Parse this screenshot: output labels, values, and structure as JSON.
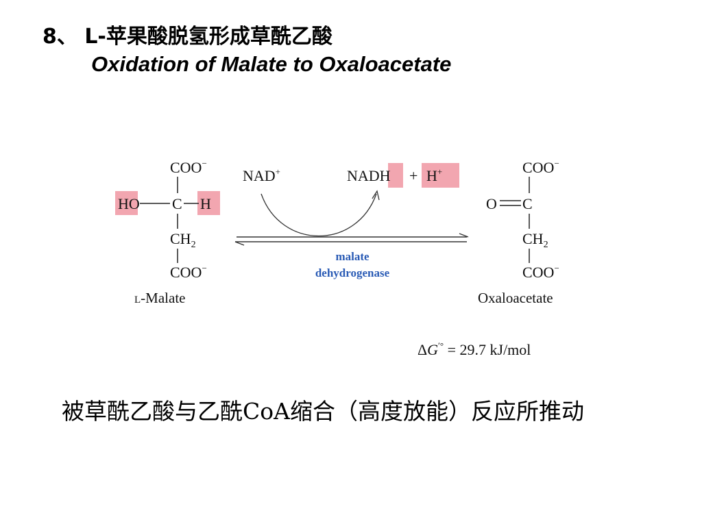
{
  "slide": {
    "title_cn": "8、 L-苹果酸脱氢形成草酰乙酸",
    "title_en": "Oxidation of Malate to Oxaloacetate",
    "caption": "被草酰乙酸与乙酰CoA缩合（高度放能）反应所推动"
  },
  "diagram": {
    "highlight_color": "#f2a6b0",
    "enzyme_color": "#2a5bb5",
    "malate": {
      "top": "COO",
      "charge_top": "−",
      "ho": "HO",
      "c": "C",
      "h": "H",
      "ch2": "CH",
      "ch2_sub": "2",
      "bottom": "COO",
      "charge_bottom": "−",
      "name_prefix": "L",
      "name": "-Malate"
    },
    "reaction": {
      "nad": "NAD",
      "nad_sup": "+",
      "nadh_prefix": "NAD",
      "nadh_h": "H",
      "plus": "+",
      "h_plus": "H",
      "h_plus_sup": "+",
      "enzyme_line1": "malate",
      "enzyme_line2": "dehydrogenase"
    },
    "oxaloacetate": {
      "top": "COO",
      "charge_top": "−",
      "o": "O",
      "c": "C",
      "ch2": "CH",
      "ch2_sub": "2",
      "bottom": "COO",
      "charge_bottom": "−",
      "name": "Oxaloacetate"
    },
    "delta_g": {
      "delta": "Δ",
      "g": "G",
      "sup": "′°",
      "value": " = 29.7 kJ/mol"
    }
  }
}
